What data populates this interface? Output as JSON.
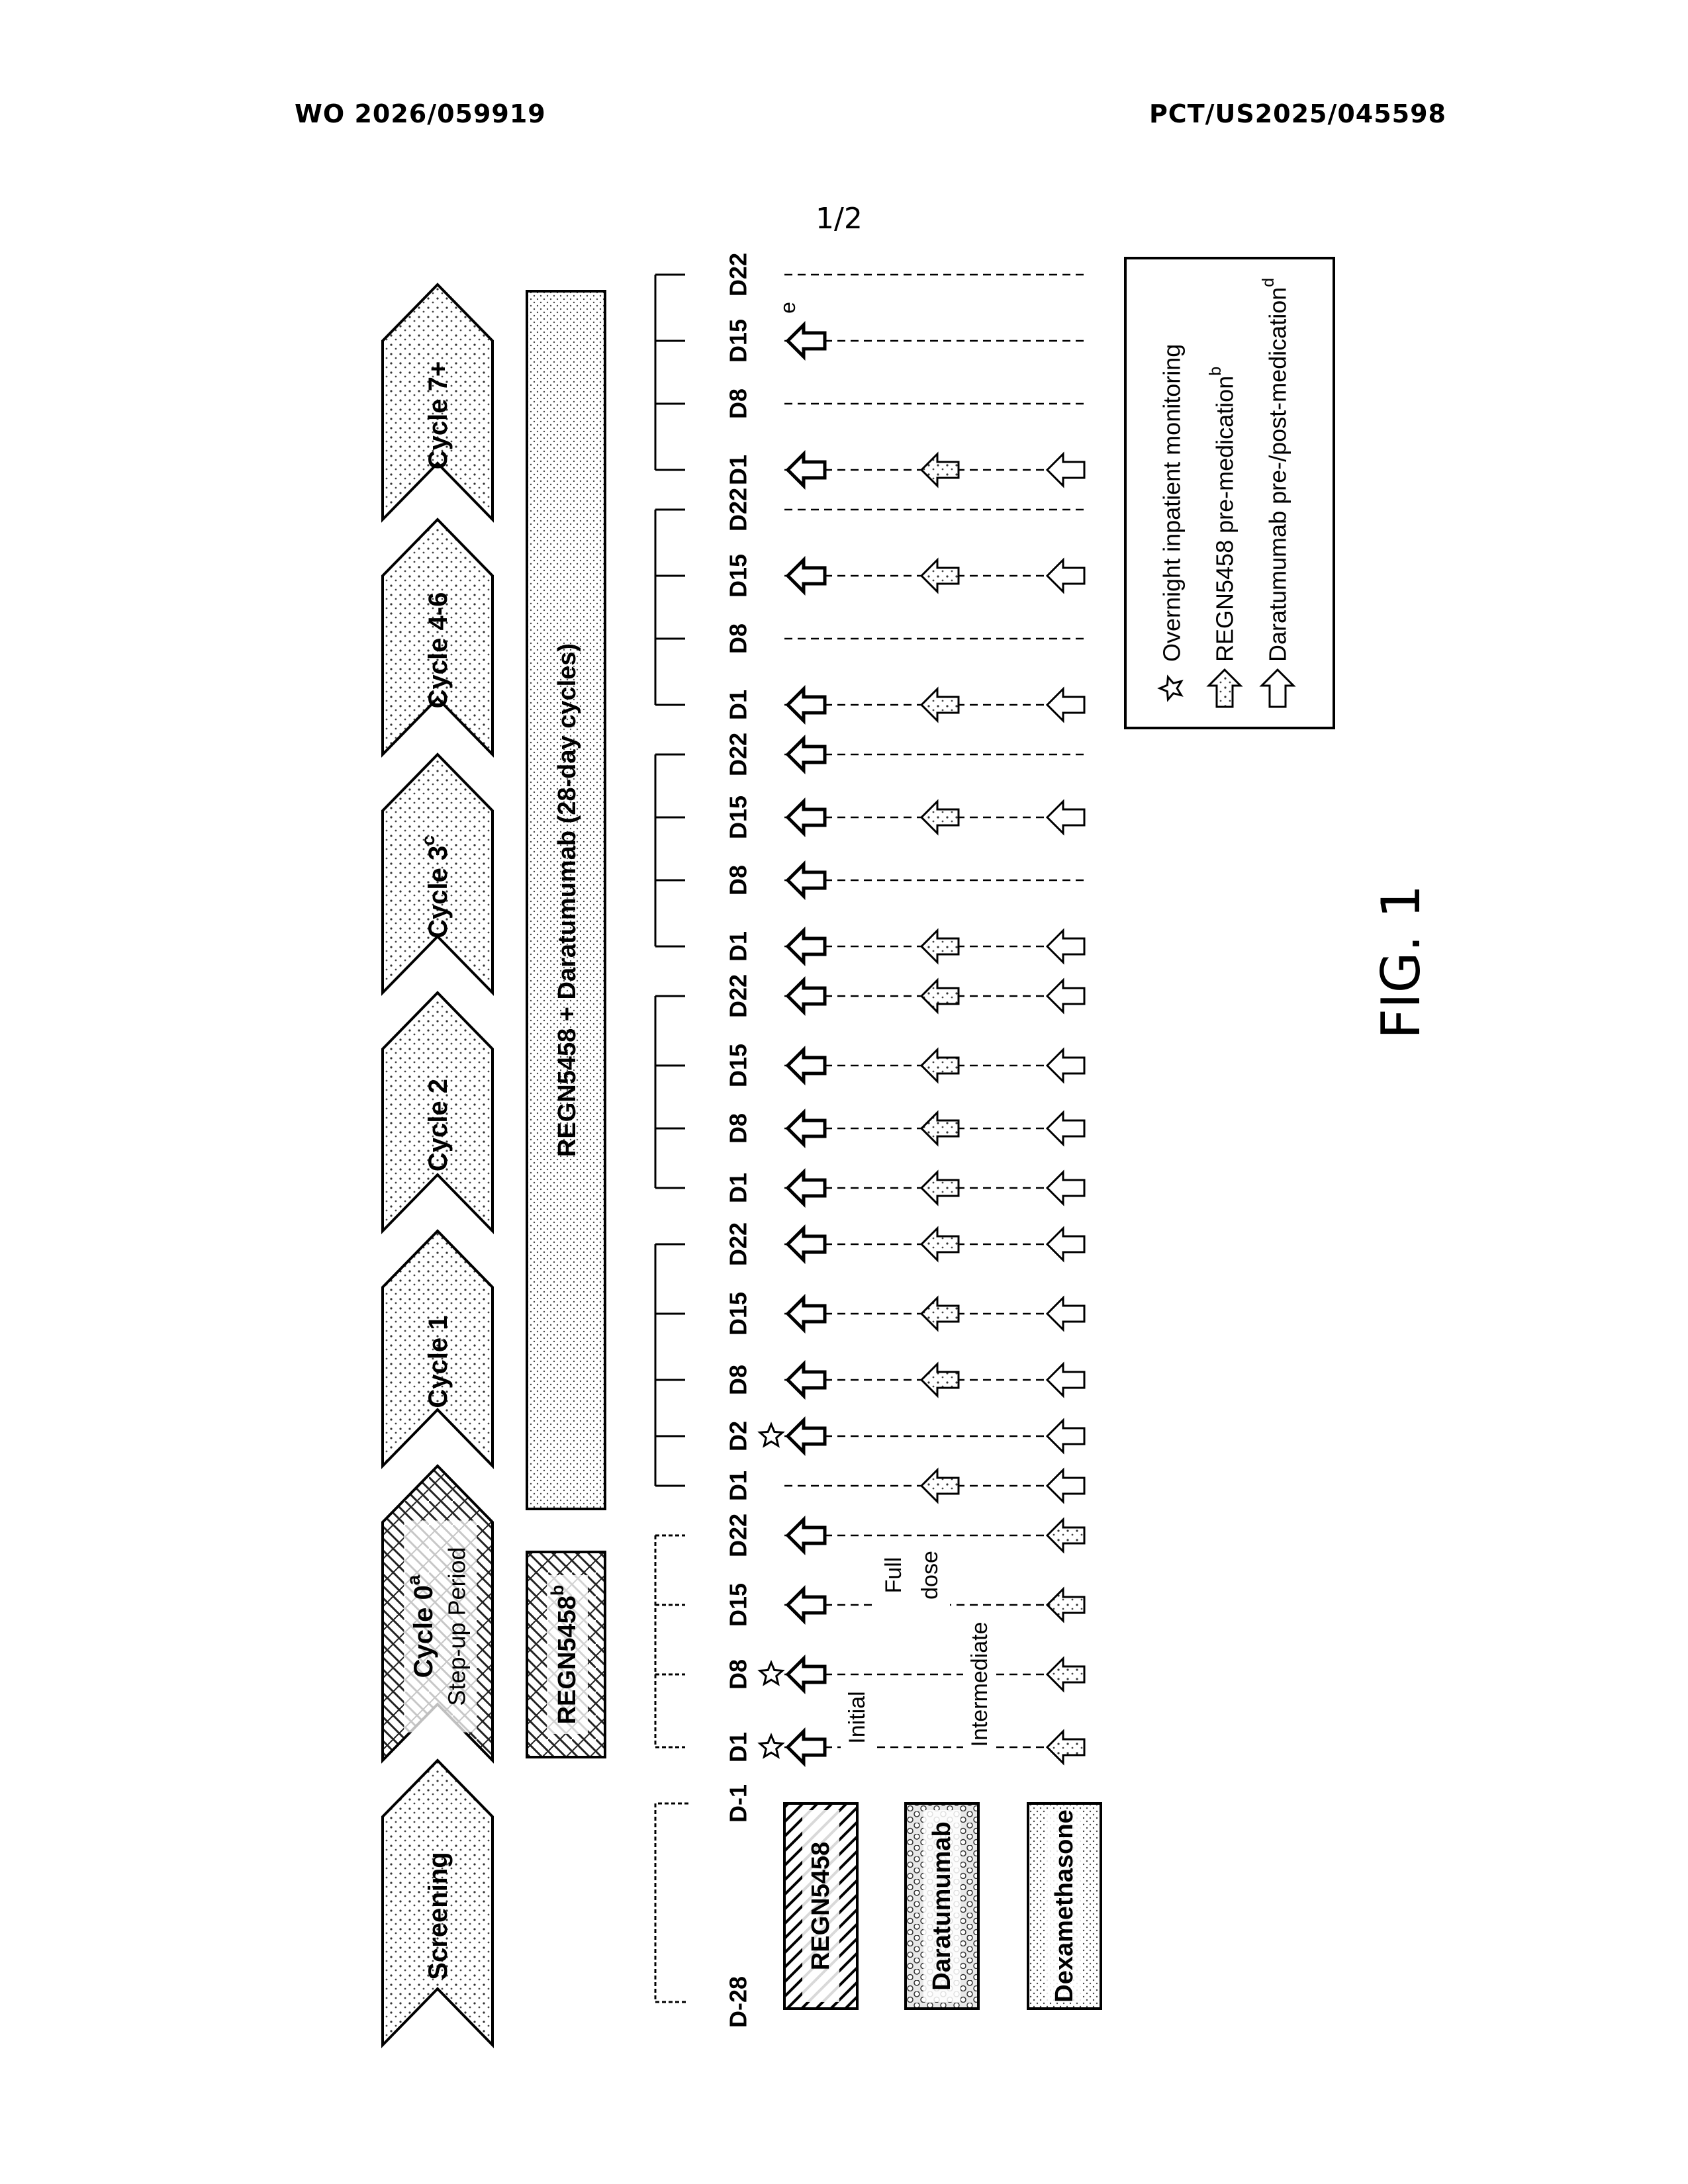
{
  "header": {
    "left": "WO 2026/059919",
    "right": "PCT/US2025/045598"
  },
  "page_number": "1/2",
  "figure_label": "FIG. 1",
  "periods": [
    {
      "label": "Screening",
      "sup": ""
    },
    {
      "label": "Cycle 0",
      "sup": "a",
      "sublabel": "Step-up Period"
    },
    {
      "label": "Cycle 1",
      "sup": ""
    },
    {
      "label": "Cycle 2",
      "sup": ""
    },
    {
      "label": "Cycle 3",
      "sup": "c"
    },
    {
      "label": "Cycle 4-6",
      "sup": ""
    },
    {
      "label": "Cycle 7+",
      "sup": ""
    }
  ],
  "bars": {
    "stepup": {
      "label": "REGN5458",
      "sup": "b"
    },
    "combo": {
      "label": "REGN5458 + Daratumumab (28-day cycles)"
    }
  },
  "screening_days": [
    "D-28",
    "D-1"
  ],
  "day_labels": {
    "c0": [
      "D1",
      "D8",
      "D15",
      "D22"
    ],
    "c1": [
      "D1",
      "D2",
      "D8",
      "D15",
      "D22"
    ],
    "c2": [
      "D1",
      "D8",
      "D15",
      "D22"
    ],
    "c3": [
      "D1",
      "D8",
      "D15",
      "D22"
    ],
    "c46": [
      "D1",
      "D8",
      "D15",
      "D22"
    ],
    "c7": [
      "D1",
      "D8",
      "D15",
      "D22"
    ]
  },
  "drugs": [
    "REGN5458",
    "Daratumumab",
    "Dexamethasone"
  ],
  "dose_labels": {
    "initial": "Initial",
    "intermediate": "Intermediate",
    "full_line1": "Full",
    "full_line2": "dose"
  },
  "footnote_e": "e",
  "legend": [
    {
      "icon": "star-icon",
      "text": "Overnight inpatient monitoring",
      "sup": ""
    },
    {
      "icon": "arrow-dotted-icon",
      "text": "REGN5458 pre-medication",
      "sup": "b"
    },
    {
      "icon": "arrow-hatched-icon",
      "text": "Daratumumab pre-/post-medication",
      "sup": "d"
    }
  ]
}
